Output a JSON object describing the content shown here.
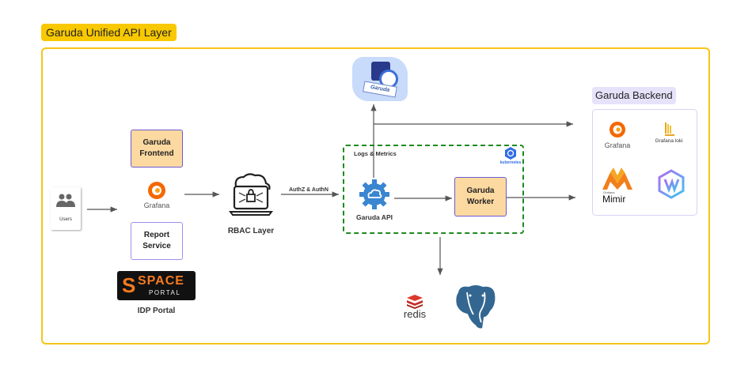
{
  "diagram": {
    "title": "Garuda Unified API Layer",
    "users": {
      "label": "Users",
      "icon": "users-icon"
    },
    "frontend_group": {
      "garuda_frontend": "Garuda\nFrontend",
      "grafana_label": "Grafana",
      "report_service": "Report\nService",
      "space_portal": {
        "line1": "SPACE",
        "line2": "PORTAL"
      },
      "idp_portal_label": "IDP Portal"
    },
    "rbac": {
      "label": "RBAC Layer",
      "edge_label": "AuthZ & AuthN"
    },
    "kubernetes_cluster": {
      "edge_label": "Logs & Metrics",
      "k8s_label": "kubernetes",
      "garuda_api": "Garuda API",
      "garuda_worker": "Garuda\nWorker"
    },
    "observability_image": {
      "label": "Garuda"
    },
    "backend": {
      "title": "Garuda Backend",
      "items": [
        {
          "label": "Grafana",
          "icon": "grafana-icon"
        },
        {
          "label": "Grafana loki",
          "icon": "loki-icon"
        },
        {
          "label": "Mimir",
          "sublabel": "Grafana",
          "icon": "mimir-icon"
        },
        {
          "label": "",
          "icon": "hexagon-v-icon"
        }
      ]
    },
    "storage": [
      {
        "label": "redis",
        "icon": "redis-icon"
      },
      {
        "label": "",
        "icon": "postgresql-icon"
      }
    ],
    "colors": {
      "outer_border": "#f5c518",
      "title_badge": "#f8c800",
      "k8s_border": "#1f8a1f",
      "box_fill_orange": "#fcd9a0",
      "box_border": "#6b5bd6",
      "backend_badge": "#e6e2fa"
    }
  }
}
